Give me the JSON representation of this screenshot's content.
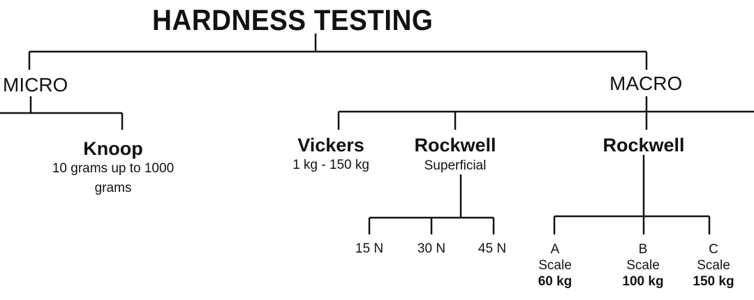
{
  "title": "HARDNESS  TESTING",
  "micro": {
    "label": "MICRO",
    "knoop": {
      "name": "Knoop",
      "range_line1": "10 grams up to 1000",
      "range_line2": "grams"
    }
  },
  "macro": {
    "label": "MACRO",
    "vickers": {
      "name": "Vickers",
      "range": "1 kg - 150 kg"
    },
    "rockwell_superficial": {
      "name": "Rockwell",
      "qualifier": "Superficial",
      "scales": [
        "15 N",
        "30 N",
        "45 N"
      ]
    },
    "rockwell": {
      "name": "Rockwell",
      "scales": [
        {
          "letter": "A",
          "word": "Scale",
          "load": "60 kg"
        },
        {
          "letter": "B",
          "word": "Scale",
          "load": "100 kg"
        },
        {
          "letter": "C",
          "word": "Scale",
          "load": "150 kg"
        }
      ]
    }
  }
}
